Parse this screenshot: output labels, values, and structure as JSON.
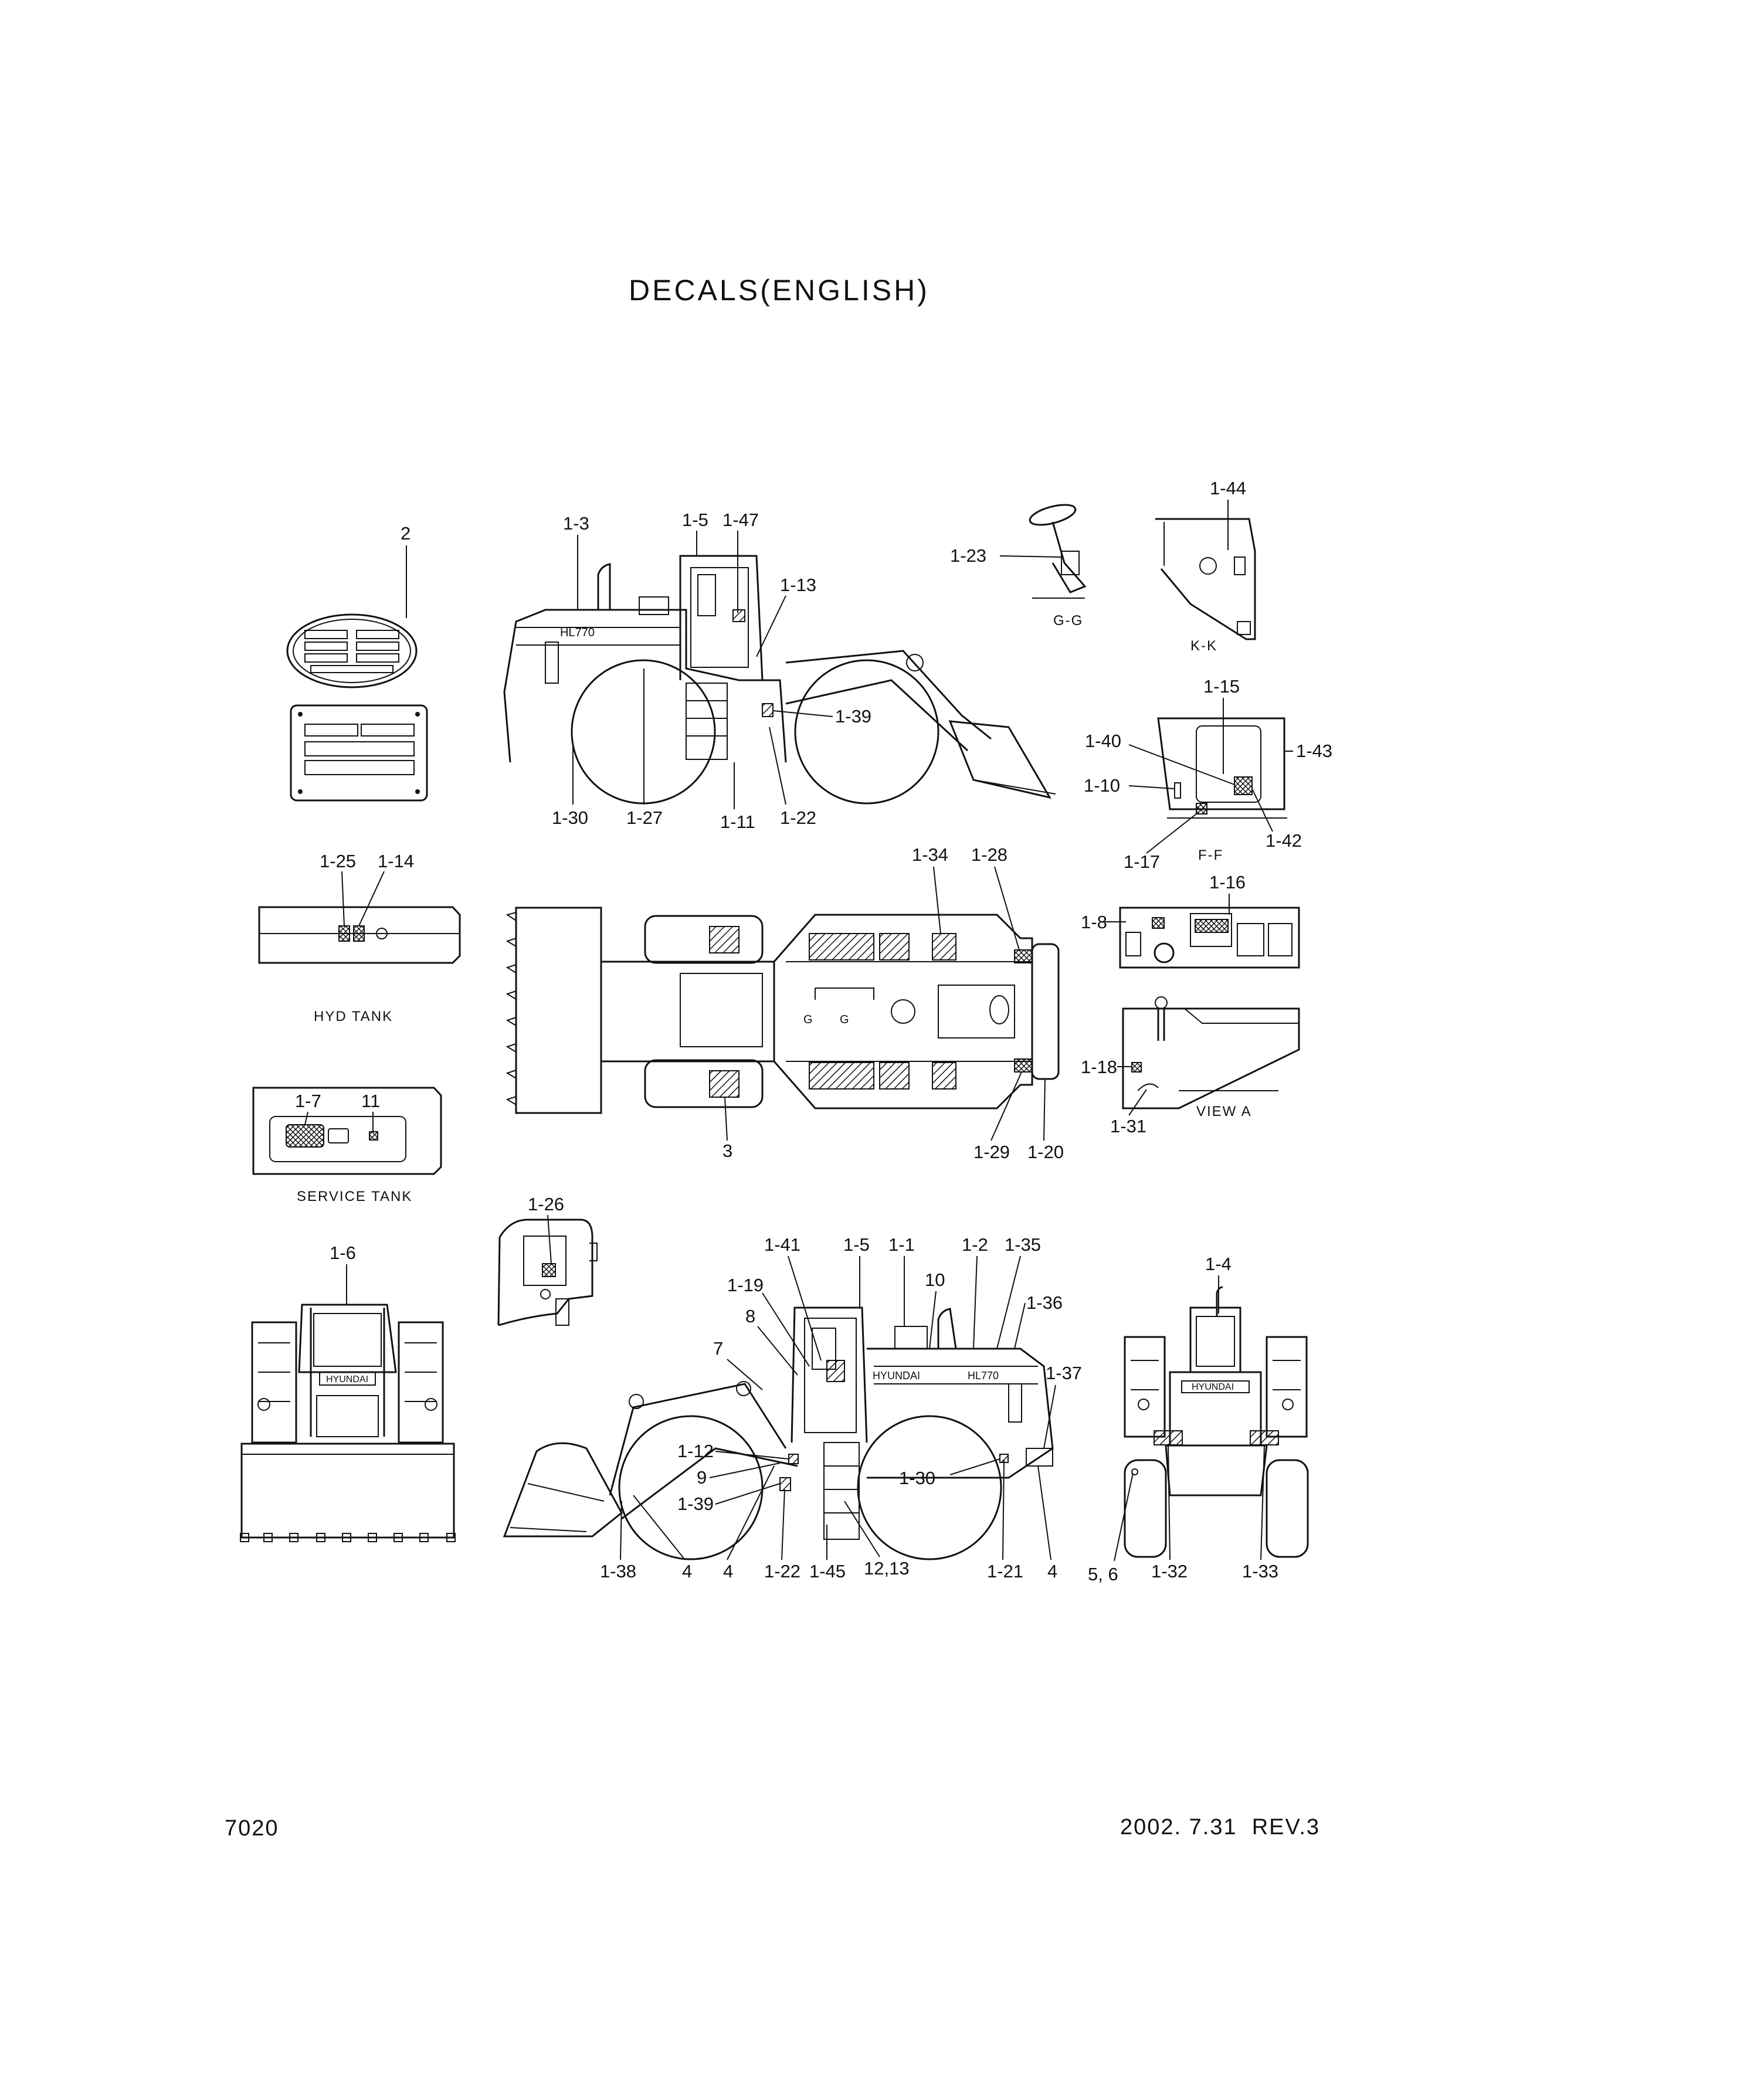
{
  "title": "DECALS(ENGLISH)",
  "footer": {
    "page_code": "7020",
    "date_rev": "2002. 7.31  REV.3"
  },
  "captions": {
    "section_gg": "G-G",
    "section_kk": "K-K",
    "section_ff": "F-F",
    "view_a": "VIEW A",
    "hyd_tank": "HYD TANK",
    "service_tank": "SERVICE TANK"
  },
  "plate_labels": {
    "model_side": "HL770",
    "brand": "HYUNDAI",
    "section_g": "G"
  },
  "callouts": {
    "c2": "2",
    "side_top": [
      "1-3",
      "1-5",
      "1-47",
      "1-13",
      "1-39",
      "1-30",
      "1-27",
      "1-11",
      "1-22"
    ],
    "gg": "1-23",
    "kk": "1-44",
    "ff": [
      "1-15",
      "1-40",
      "1-43",
      "1-10",
      "1-42",
      "1-17"
    ],
    "hyd": [
      "1-25",
      "1-14"
    ],
    "plan": [
      "1-34",
      "1-28",
      "3",
      "1-29",
      "1-20"
    ],
    "view_a": [
      "1-16",
      "1-8",
      "1-18",
      "1-31"
    ],
    "service": [
      "1-7",
      "11"
    ],
    "c126": "1-26",
    "front": "1-6",
    "rear": "1-4",
    "side_bottom": [
      "1-41",
      "1-5",
      "1-1",
      "1-2",
      "1-35",
      "10",
      "1-36",
      "1-19",
      "8",
      "7",
      "1-37",
      "1-12",
      "9",
      "1-39",
      "1-30"
    ],
    "bottom_row": [
      "1-38",
      "4",
      "4",
      "1-22",
      "1-45",
      "12,13",
      "1-21",
      "4",
      "5, 6",
      "1-32",
      "1-33"
    ]
  }
}
